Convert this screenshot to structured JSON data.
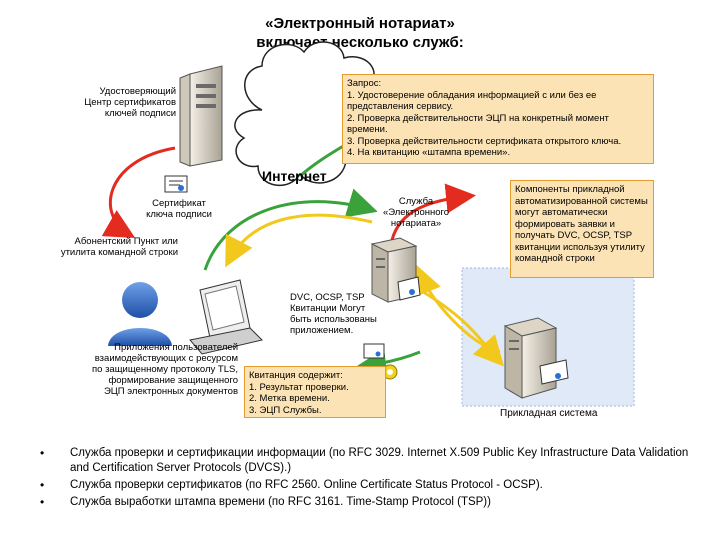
{
  "title": {
    "line1": "«Электронный нотариат»",
    "line2": "включает несколько служб:"
  },
  "nodes": {
    "ca_server": "Удостоверяющий Центр сертификатов ключей подписи",
    "certificate": "Сертификат ключа подписи",
    "subscriber": "Абонентский Пункт или утилита командной строки",
    "client_apps": "Приложения пользователей взаимодействующих с ресурсом по защищенному протоколу TLS, формирование защищенного ЭЦП электронных документов",
    "internet": "Интернет",
    "notary_service": "Служба «Электронного нотариата»",
    "protocols": "DVC, OCSP, TSP Квитанции Могут быть использованы приложением.",
    "applied_system": "Прикладная система"
  },
  "request_box": {
    "lines": [
      "Запрос:",
      "1. Удостоверение обладания информацией с или без ее представления сервису.",
      "2. Проверка действительности ЭЦП на конкретный момент времени.",
      "3. Проверка действительности сертификата открытого ключа.",
      "4. На квитанцию «штампа времени»."
    ]
  },
  "components_box": {
    "text": "Компоненты прикладной автоматизированной системы могут автоматически формировать заявки и получать DVC, OCSP, TSP квитанции используя утилиту командной строки"
  },
  "receipt_box": {
    "lines": [
      "Квитанция содержит:",
      "1. Результат проверки.",
      "2. Метка времени.",
      "3. ЭЦП Службы."
    ]
  },
  "bullets": [
    "Служба проверки и сертификации информации (по RFC 3029. Internet X.509 Public Key Infrastructure Data Validation and Certification Server Protocols (DVCS).)",
    "Служба проверки сертификатов (по RFC 2560. Online Certificate Status Protocol - OCSP).",
    "Служба выработки штампа времени (по RFC 3161. Time-Stamp Protocol (TSP))"
  ],
  "colors": {
    "note_fill": "#fbe3b5",
    "note_border": "#e59b2e",
    "applied_system_fill": "#dfe9f7",
    "arrow_red": "#e32b1f",
    "arrow_green": "#3aa23a",
    "arrow_yellow": "#f2c81d"
  }
}
